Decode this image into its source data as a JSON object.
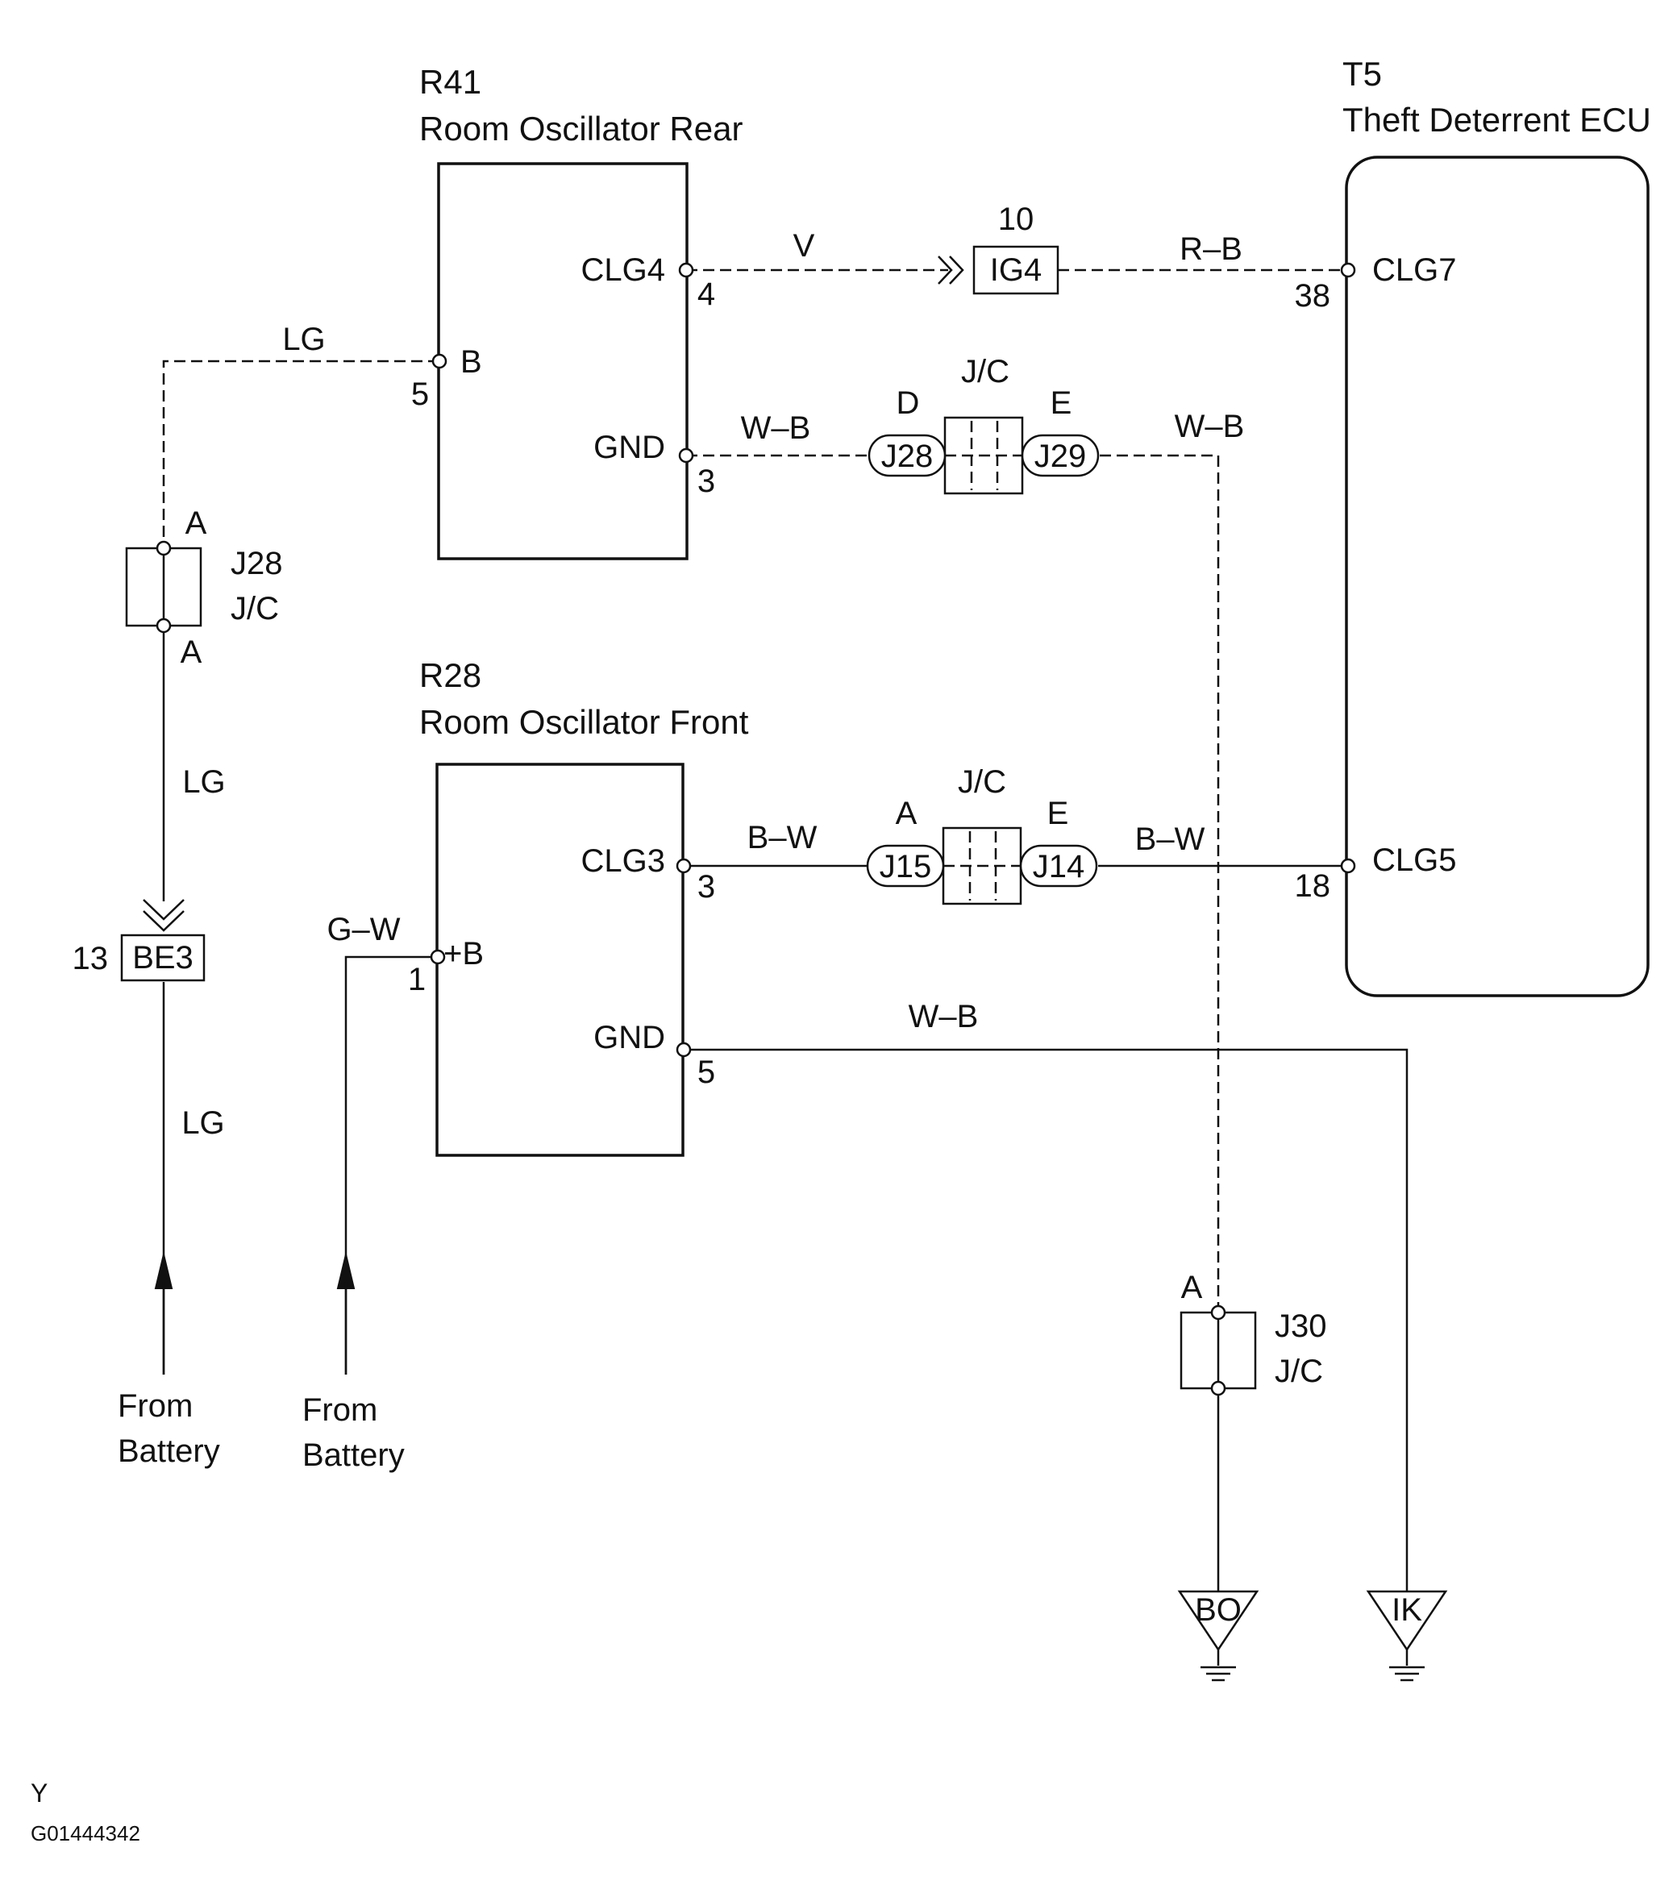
{
  "components": {
    "r41": {
      "code": "R41",
      "name": "Room Oscillator Rear",
      "pin_clg4": "CLG4",
      "pin_clg4_num": "4",
      "pin_b": "B",
      "pin_b_num": "5",
      "pin_gnd": "GND",
      "pin_gnd_num": "3"
    },
    "r28": {
      "code": "R28",
      "name": "Room Oscillator Front",
      "pin_clg3": "CLG3",
      "pin_clg3_num": "3",
      "pin_b": "+B",
      "pin_b_num": "1",
      "pin_gnd": "GND",
      "pin_gnd_num": "5"
    },
    "t5": {
      "code": "T5",
      "name": "Theft Deterrent ECU",
      "pin_clg7": "CLG7",
      "pin_clg7_num": "38",
      "pin_clg5": "CLG5",
      "pin_clg5_num": "18"
    }
  },
  "connectors": {
    "ig4": {
      "label": "IG4",
      "num": "10"
    },
    "be3": {
      "label": "BE3",
      "num": "13"
    },
    "jc_upper": {
      "title": "J/C",
      "left_letter": "D",
      "right_letter": "E",
      "left_label": "J28",
      "right_label": "J29"
    },
    "jc_lower": {
      "title": "J/C",
      "left_letter": "A",
      "right_letter": "E",
      "left_label": "J15",
      "right_label": "J14"
    },
    "j28_left": {
      "label": "J28",
      "sub": "J/C",
      "top_letter": "A",
      "bottom_letter": "A"
    },
    "j30": {
      "label": "J30",
      "sub": "J/C",
      "top_letter": "A"
    }
  },
  "wires": {
    "v": "V",
    "r_b": "R–B",
    "lg_top": "LG",
    "w_b_upper_left": "W–B",
    "w_b_upper_right": "W–B",
    "lg_mid": "LG",
    "lg_low": "LG",
    "b_w_left": "B–W",
    "b_w_right": "B–W",
    "g_w": "G–W",
    "w_b_lower": "W–B"
  },
  "grounds": {
    "bo": "BO",
    "ik": "IK"
  },
  "sources": {
    "battery_1": {
      "line1": "From",
      "line2": "Battery"
    },
    "battery_2": {
      "line1": "From",
      "line2": "Battery"
    }
  },
  "footer": {
    "mark": "Y",
    "figure_id": "G01444342"
  }
}
